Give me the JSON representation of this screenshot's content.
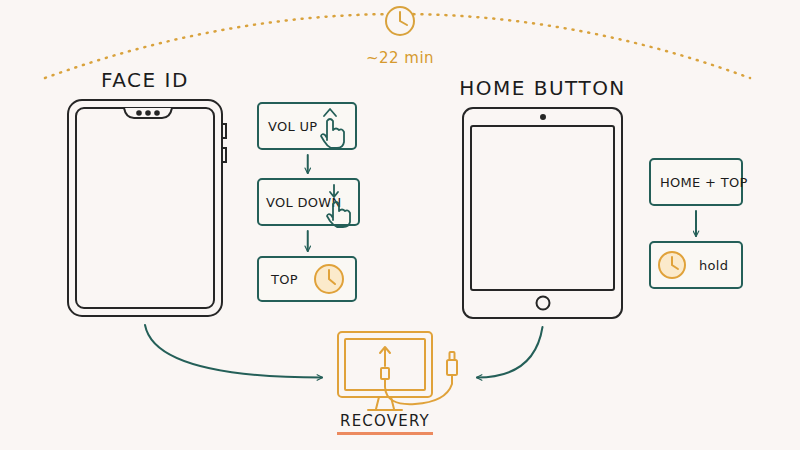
{
  "diagram": {
    "nodes": [
      {
        "text": [
          "FACE ID"
        ]
      },
      {
        "text": [
          "VOL UP"
        ]
      },
      {
        "text": [
          "VOL DOWN"
        ]
      },
      {
        "text": [
          "TOP"
        ]
      },
      {
        "text": [
          "HOME BUTTON"
        ]
      },
      {
        "text": [
          "HOME + TOP"
        ]
      },
      {
        "text": [
          "hold"
        ]
      },
      {
        "text": [
          "RECOVERY"
        ]
      }
    ],
    "edges": [
      {
        "from": 1,
        "to": 2,
        "arrow": "to"
      },
      {
        "from": 2,
        "to": 3,
        "arrow": "to"
      },
      {
        "from": 5,
        "to": 6,
        "arrow": "to"
      },
      {
        "from": 0,
        "to": 7,
        "arrow": "to"
      },
      {
        "from": 4,
        "to": 7,
        "arrow": "to"
      }
    ],
    "labels": [
      "~22 min"
    ]
  }
}
